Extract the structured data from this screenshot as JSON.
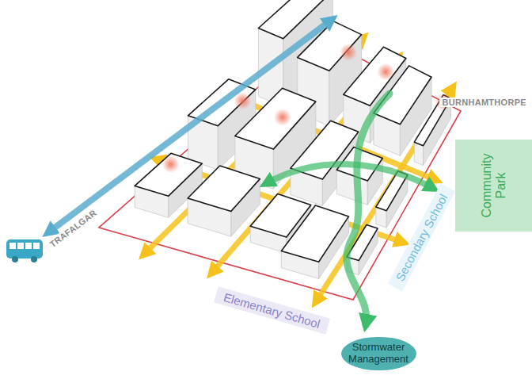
{
  "diagram": {
    "nodes": [
      {
        "text": [
          "Community Park"
        ]
      },
      {
        "text": [
          "Secondary School"
        ]
      },
      {
        "text": [
          "Elementary School"
        ]
      },
      {
        "text": [
          "Stormwater Management"
        ]
      }
    ],
    "labels": [
      "TRAFALGAR",
      "BURNHAMTHORPE"
    ]
  }
}
